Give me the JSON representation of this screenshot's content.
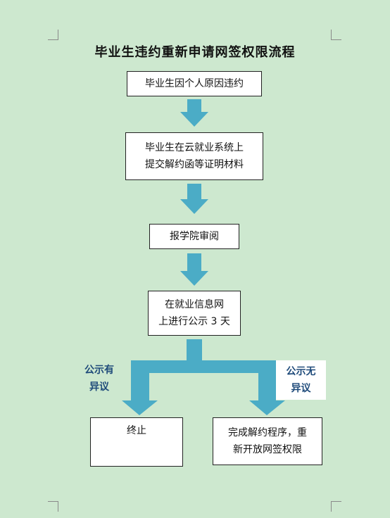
{
  "title": "毕业生违约重新申请网签权限流程",
  "steps": {
    "s1": [
      "毕业生因个人原因违约"
    ],
    "s2": [
      "毕业生在云就业系统上",
      "提交解约函等证明材料"
    ],
    "s3": [
      "报学院审阅"
    ],
    "s4": [
      "在就业信息网",
      "上进行公示 3 天"
    ],
    "left_end": [
      "终止"
    ],
    "right_end": [
      "完成解约程序，重",
      "新开放网签权限"
    ]
  },
  "branches": {
    "left": [
      "公示有",
      "异议"
    ],
    "right": [
      "公示无",
      "异议"
    ]
  },
  "colors": {
    "background": "#cde8cf",
    "arrow": "#4bacc6",
    "branch_text": "#1e4a7a"
  }
}
